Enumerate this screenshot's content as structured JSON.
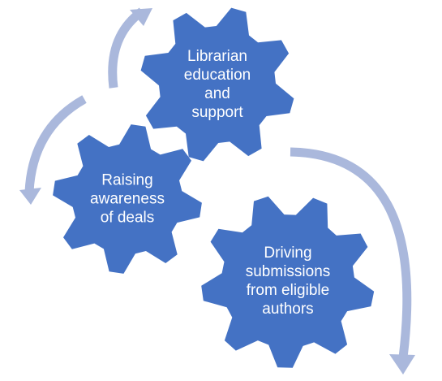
{
  "colors": {
    "gear": "#4472C4",
    "arrow": "#AAB8DC",
    "label": "#FFFFFF"
  },
  "gears": [
    {
      "id": "librarian-education",
      "lines": [
        "Librarian",
        "education",
        "and",
        "support"
      ]
    },
    {
      "id": "raising-awareness",
      "lines": [
        "Raising",
        "awareness",
        "of deals"
      ]
    },
    {
      "id": "driving-submissions",
      "lines": [
        "Driving",
        "submissions",
        "from eligible",
        "authors"
      ]
    }
  ],
  "cycle_arrows": [
    {
      "id": "arrow-to-top",
      "direction": "clockwise"
    },
    {
      "id": "arrow-to-left",
      "direction": "counter-clockwise"
    },
    {
      "id": "arrow-to-bottom-right",
      "direction": "clockwise"
    }
  ]
}
